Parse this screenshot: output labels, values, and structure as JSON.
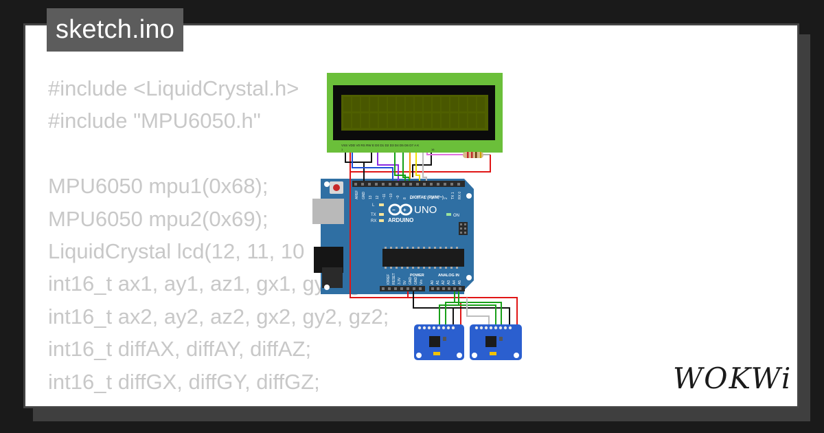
{
  "header": {
    "filename": "sketch.ino"
  },
  "code": {
    "lines": [
      "#include <LiquidCrystal.h>",
      "#include \"MPU6050.h\"",
      "",
      "MPU6050 mpu1(0x68);",
      "MPU6050 mpu2(0x69);",
      "LiquidCrystal lcd(12, 11, 10",
      "int16_t ax1, ay1, az1, gx1, gy1, gz1;",
      "int16_t ax2, ay2, az2, gx2, gy2, gz2;",
      "int16_t diffAX, diffAY, diffAZ;",
      "int16_t diffGX, diffGY, diffGZ;"
    ]
  },
  "board": {
    "brand": "ARDUINO",
    "model": "UNO",
    "digital_header_label": "DIGITAL (PWM ~)",
    "power_label": "POWER",
    "analog_label": "ANALOG IN",
    "on_label": "ON",
    "tx_label": "TX",
    "rx_label": "RX",
    "l_label": "L",
    "digital_pins": [
      "AREF",
      "GND",
      "13",
      "12",
      "~11",
      "~10",
      "~9",
      "8",
      "7",
      "~6",
      "~5",
      "4",
      "~3",
      "2",
      "TX 1",
      "RX 0"
    ],
    "power_pins": [
      "IOREF",
      "RESET",
      "3.3V",
      "5V",
      "GND",
      "GND",
      "Vin"
    ],
    "analog_pins": [
      "A0",
      "A1",
      "A2",
      "A3",
      "A4",
      "A5"
    ]
  },
  "lcd": {
    "pin_labels": "VSS VDD V0 RS RW E D0 D1 D2 D3 D4 D5 D6 D7 A K",
    "pin_first": "1",
    "pin_last": "16"
  },
  "logo": {
    "text": "WOKWi"
  },
  "colors": {
    "background": "#1a1a1a",
    "card": "#ffffff",
    "code_text": "#c8c8c8",
    "tab": "#5c5c5c",
    "board_blue": "#2f6fa3",
    "lcd_green": "#6bbf3a",
    "sensor_blue": "#2b5fcf",
    "wire_red": "#e01515",
    "wire_black": "#111111",
    "wire_green": "#19a019"
  }
}
